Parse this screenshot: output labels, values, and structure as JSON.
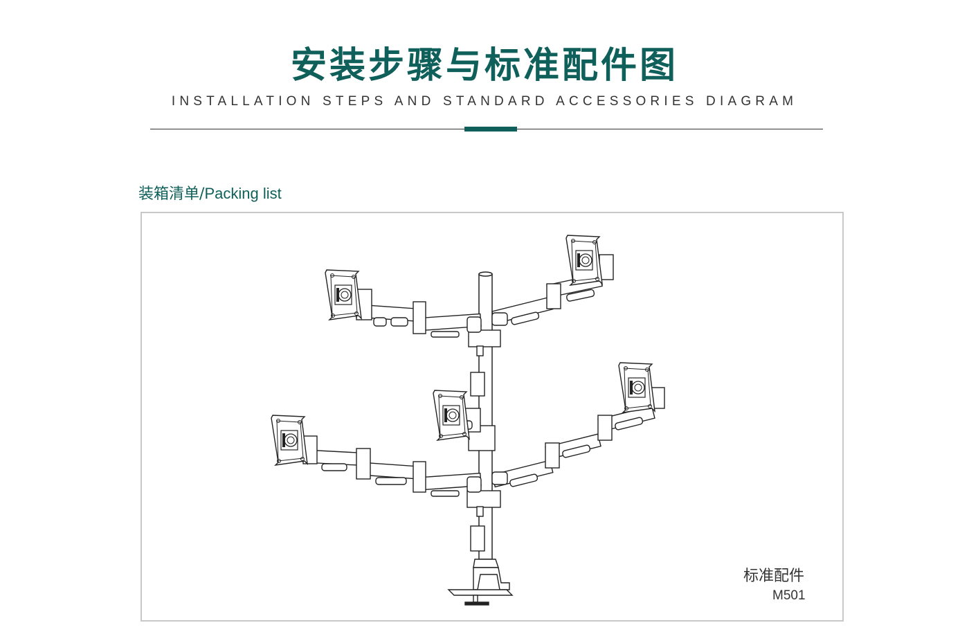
{
  "header": {
    "title": "安装步骤与标准配件图",
    "subtitle": "INSTALLATION STEPS AND STANDARD ACCESSORIES DIAGRAM"
  },
  "section": {
    "title_cn": "装箱清单",
    "separator": "/",
    "title_en": "Packing list"
  },
  "product": {
    "caption": "标准配件",
    "model": "M501"
  },
  "colors": {
    "accent": "#0f5f5a",
    "text": "#333333",
    "border": "#c8c8c8"
  }
}
